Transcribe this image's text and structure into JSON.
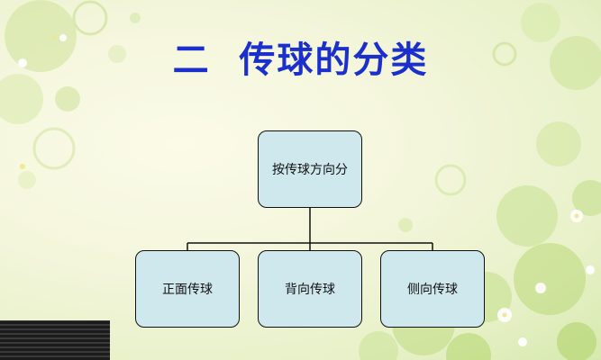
{
  "title": "二  传球的分类",
  "diagram": {
    "root": {
      "label": "按传球方向分"
    },
    "children": [
      {
        "label": "正面传球"
      },
      {
        "label": "背向传球"
      },
      {
        "label": "侧向传球"
      }
    ]
  },
  "colors": {
    "title": "#1a2fcc",
    "node_fill": "#cfe8ee",
    "node_border": "#111111",
    "background": "#f4f6dc",
    "accent_green": "#b9dc6e"
  }
}
